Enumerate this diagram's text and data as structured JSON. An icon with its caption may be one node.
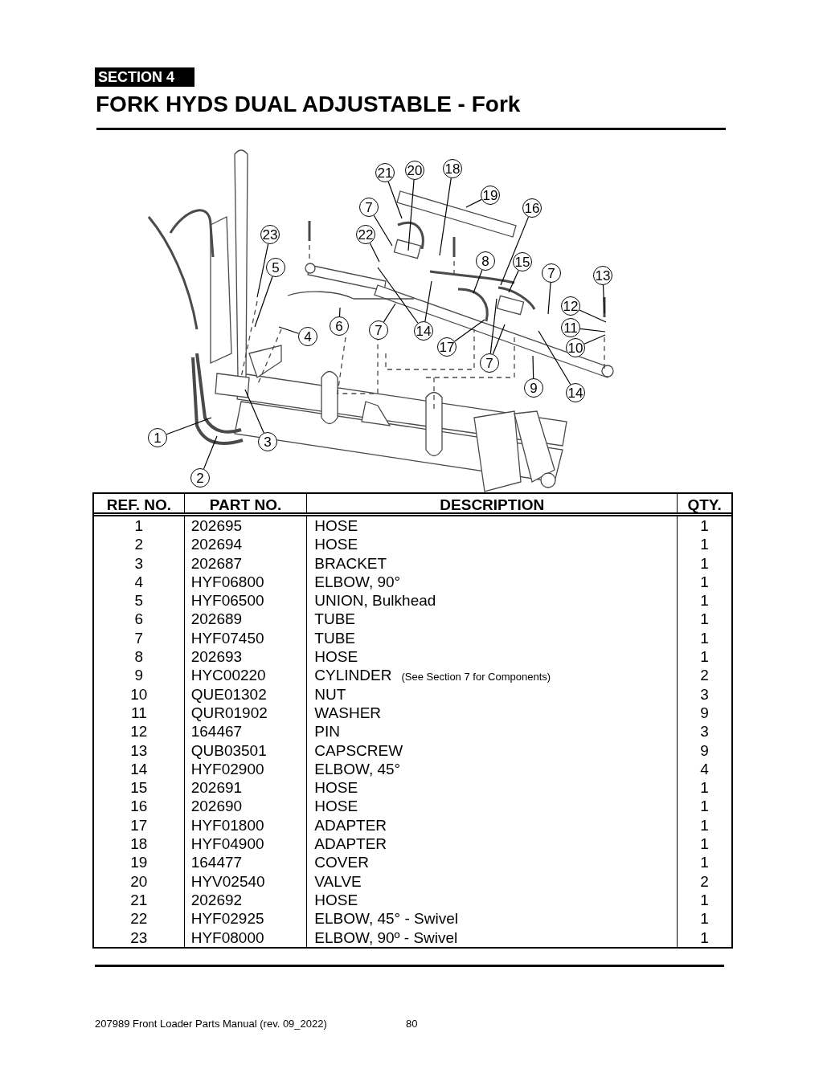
{
  "diagram": {
    "title": "FORK HYDS DUAL ADJUSTABLE - Fork",
    "nodes": [
      {
        "text": [
          "21"
        ]
      },
      {
        "text": [
          "20"
        ]
      },
      {
        "text": [
          "18"
        ]
      },
      {
        "text": [
          "19"
        ]
      },
      {
        "text": [
          "16"
        ]
      },
      {
        "text": [
          "7"
        ]
      },
      {
        "text": [
          "22"
        ]
      },
      {
        "text": [
          "23"
        ]
      },
      {
        "text": [
          "5"
        ]
      },
      {
        "text": [
          "8"
        ]
      },
      {
        "text": [
          "15"
        ]
      },
      {
        "text": [
          "7"
        ]
      },
      {
        "text": [
          "13"
        ]
      },
      {
        "text": [
          "12"
        ]
      },
      {
        "text": [
          "6"
        ]
      },
      {
        "text": [
          "11"
        ]
      },
      {
        "text": [
          "7"
        ]
      },
      {
        "text": [
          "14"
        ]
      },
      {
        "text": [
          "4"
        ]
      },
      {
        "text": [
          "10"
        ]
      },
      {
        "text": [
          "17"
        ]
      },
      {
        "text": [
          "7"
        ]
      },
      {
        "text": [
          "9"
        ]
      },
      {
        "text": [
          "14"
        ]
      },
      {
        "text": [
          "1"
        ]
      },
      {
        "text": [
          "3"
        ]
      },
      {
        "text": [
          "2"
        ]
      }
    ],
    "edges": [
      {
        "from": 0,
        "to": null,
        "arrow": "none"
      },
      {
        "from": 1,
        "to": null,
        "arrow": "none"
      },
      {
        "from": 2,
        "to": null,
        "arrow": "none"
      },
      {
        "from": 3,
        "to": null,
        "arrow": "none"
      },
      {
        "from": 4,
        "to": null,
        "arrow": "none"
      },
      {
        "from": 5,
        "to": null,
        "arrow": "none"
      },
      {
        "from": 6,
        "to": null,
        "arrow": "none"
      },
      {
        "from": 7,
        "to": null,
        "arrow": "none"
      },
      {
        "from": 8,
        "to": null,
        "arrow": "none"
      },
      {
        "from": 9,
        "to": null,
        "arrow": "none"
      },
      {
        "from": 10,
        "to": null,
        "arrow": "none"
      },
      {
        "from": 11,
        "to": null,
        "arrow": "none"
      },
      {
        "from": 12,
        "to": null,
        "arrow": "none"
      },
      {
        "from": 13,
        "to": null,
        "arrow": "none"
      },
      {
        "from": 14,
        "to": null,
        "arrow": "none"
      },
      {
        "from": 15,
        "to": null,
        "arrow": "none"
      },
      {
        "from": 16,
        "to": null,
        "arrow": "none"
      },
      {
        "from": 17,
        "to": null,
        "arrow": "none"
      },
      {
        "from": 17,
        "to": null,
        "arrow": "none"
      },
      {
        "from": 18,
        "to": null,
        "arrow": "none"
      },
      {
        "from": 19,
        "to": null,
        "arrow": "none"
      },
      {
        "from": 20,
        "to": null,
        "arrow": "none"
      },
      {
        "from": 21,
        "to": null,
        "arrow": "none"
      },
      {
        "from": 21,
        "to": null,
        "arrow": "none"
      },
      {
        "from": 22,
        "to": null,
        "arrow": "none"
      },
      {
        "from": 23,
        "to": null,
        "arrow": "none"
      },
      {
        "from": 24,
        "to": null,
        "arrow": "none"
      },
      {
        "from": 25,
        "to": null,
        "arrow": "none"
      },
      {
        "from": 26,
        "to": null,
        "arrow": "none"
      }
    ],
    "labels": [
      "SECTION 4",
      "REF. NO.",
      "PART NO.",
      "DESCRIPTION",
      "QTY.",
      "1",
      "202695",
      "HOSE",
      "1",
      "2",
      "202694",
      "HOSE",
      "1",
      "3",
      "202687",
      "BRACKET",
      "1",
      "4",
      "HYF06800",
      "ELBOW, 90°",
      "1",
      "5",
      "HYF06500",
      "UNION, Bulkhead",
      "1",
      "6",
      "202689",
      "TUBE",
      "1",
      "7",
      "HYF07450",
      "TUBE",
      "1",
      "8",
      "202693",
      "HOSE",
      "1",
      "9",
      "HYC00220",
      "CYLINDER",
      "(See Section 7 for Components)",
      "2",
      "10",
      "QUE01302",
      "NUT",
      "3",
      "11",
      "QUR01902",
      "WASHER",
      "9",
      "12",
      "164467",
      "PIN",
      "3",
      "13",
      "QUB03501",
      "CAPSCREW",
      "9",
      "14",
      "HYF02900",
      "ELBOW, 45°",
      "4",
      "15",
      "202691",
      "HOSE",
      "1",
      "16",
      "202690",
      "HOSE",
      "1",
      "17",
      "HYF01800",
      "ADAPTER",
      "1",
      "18",
      "HYF04900",
      "ADAPTER",
      "1",
      "19",
      "164477",
      "COVER",
      "1",
      "20",
      "HYV02540",
      "VALVE",
      "2",
      "21",
      "202692",
      "HOSE",
      "1",
      "22",
      "HYF02925",
      "ELBOW, 45° - Swivel",
      "1",
      "23",
      "HYF08000",
      "ELBOW, 90º - Swivel",
      "1",
      "207989 Front Loader Parts Manual (rev. 09_2022)",
      "80"
    ]
  }
}
